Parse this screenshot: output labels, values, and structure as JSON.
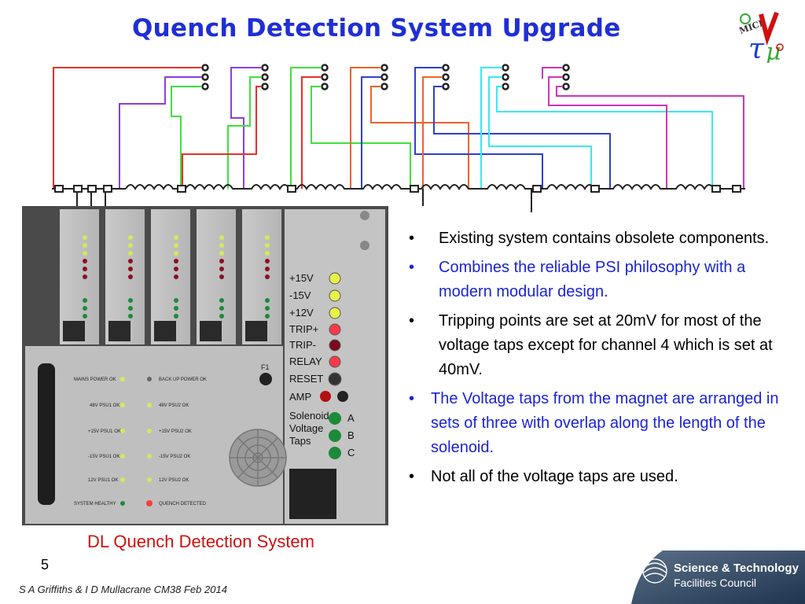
{
  "slide": {
    "title": "Quench Detection System Upgrade",
    "page_number": "5",
    "footer": "S A Griffiths & I D Mullacrane CM38 Feb 2014"
  },
  "photo": {
    "caption": "DL Quench Detection System",
    "module_labels": [
      "+15V",
      "-15V",
      "+12V",
      "TRIP+",
      "TRIP-",
      "RELAY",
      "RESET",
      "AMP",
      "Solenoid",
      "Voltage",
      "Taps"
    ],
    "tap_letters": [
      "A",
      "B",
      "C"
    ],
    "psu_labels_left": [
      "MAINS POWER OK",
      "48V PSU1 OK",
      "+15V PSU1 OK",
      "-15V PSU1 OK",
      "12V PSU1 OK",
      "SYSTEM HEALTHY"
    ],
    "psu_labels_right": [
      "BACK UP POWER OK",
      "48V PSU2 OK",
      "+15V PSU2 OK",
      "-15V PSU2 OK",
      "12V PSU2 OK",
      "QUENCH DETECTED"
    ],
    "fuse_label": "F1"
  },
  "bullets": [
    {
      "text": "Existing system contains obsolete components.",
      "color": "#000000"
    },
    {
      "text": "Combines the reliable PSI philosophy with a modern modular design.",
      "color": "#1a23d6"
    },
    {
      "text": "Tripping points are set at 20mV for most of the voltage taps except for channel 4 which is set at 40mV.",
      "color": "#000000"
    },
    {
      "text": "The Voltage taps from the magnet are arranged in sets of three with overlap along the length of the solenoid.",
      "color": "#1a23d6"
    },
    {
      "text": "Not all of the voltage taps are used.",
      "color": "#000000"
    }
  ],
  "bullet_symbol": "•",
  "logos": {
    "experiment": "MICE",
    "council_line1": "Science & Technology",
    "council_line2": "Facilities Council"
  },
  "wire_colors": [
    "#e8302a",
    "#8a3ee0",
    "#3ee03e",
    "#f0622a",
    "#2f3fd0",
    "#3ae8ee",
    "#cf35b8"
  ]
}
